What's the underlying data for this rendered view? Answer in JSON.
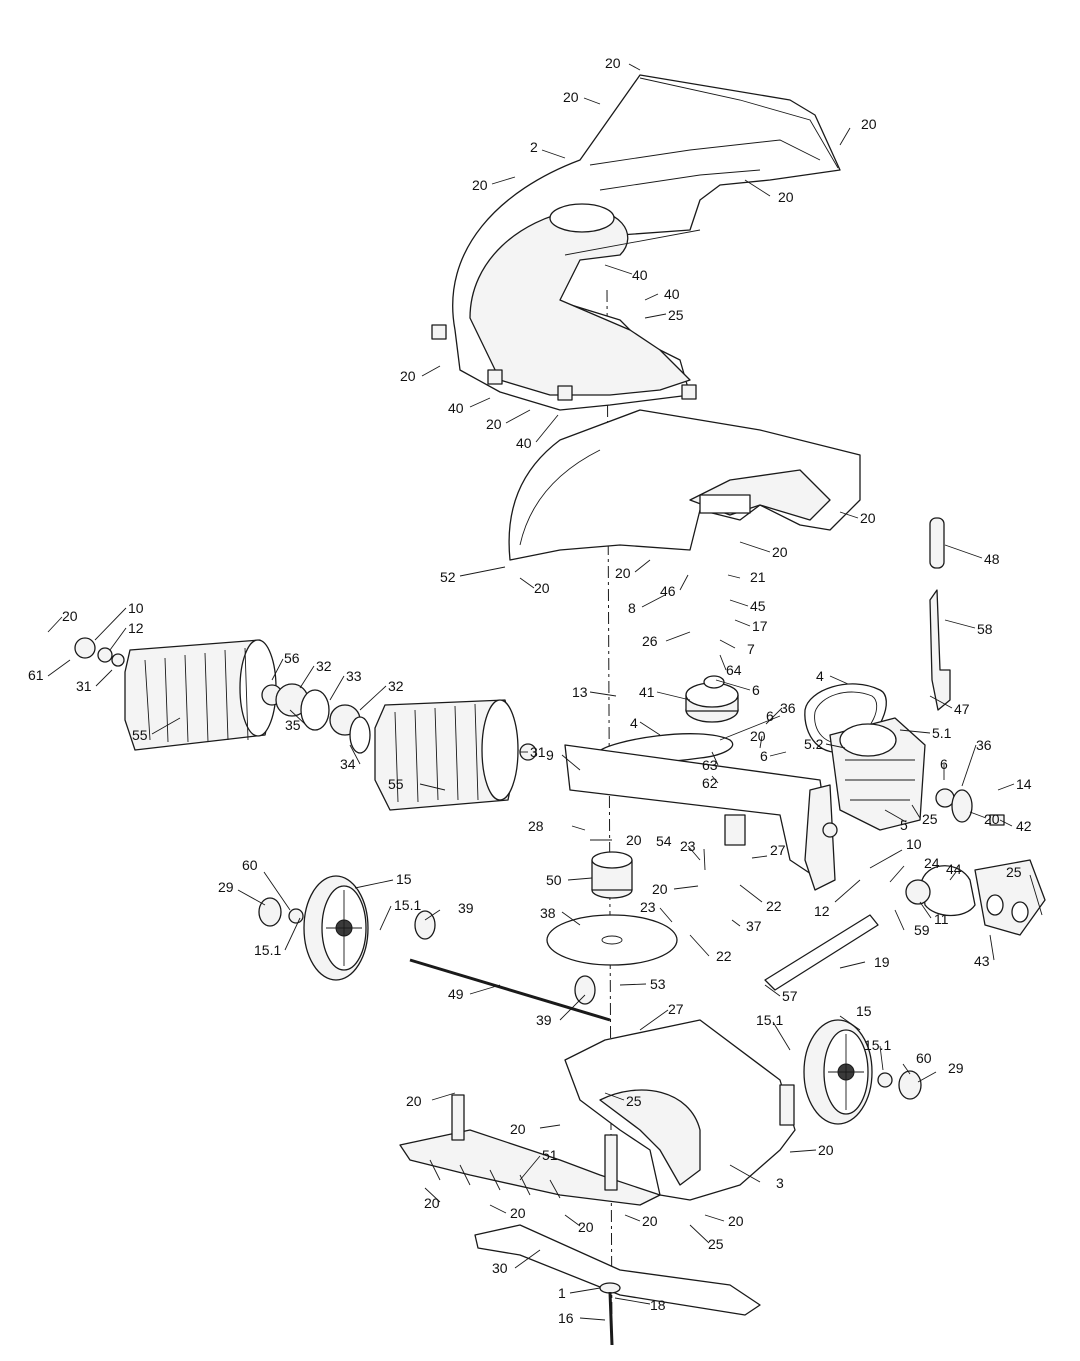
{
  "callouts": [
    {
      "text": "20"
    },
    {
      "text": "20"
    },
    {
      "text": "20"
    },
    {
      "text": "2"
    },
    {
      "text": "20"
    },
    {
      "text": "20"
    },
    {
      "text": "40"
    },
    {
      "text": "40"
    },
    {
      "text": "25"
    },
    {
      "text": "20"
    },
    {
      "text": "40"
    },
    {
      "text": "20"
    },
    {
      "text": "40"
    },
    {
      "text": "20"
    },
    {
      "text": "20"
    },
    {
      "text": "48"
    },
    {
      "text": "52"
    },
    {
      "text": "20"
    },
    {
      "text": "20"
    },
    {
      "text": "46"
    },
    {
      "text": "21"
    },
    {
      "text": "8"
    },
    {
      "text": "45"
    },
    {
      "text": "26"
    },
    {
      "text": "17"
    },
    {
      "text": "7"
    },
    {
      "text": "64"
    },
    {
      "text": "58"
    },
    {
      "text": "20"
    },
    {
      "text": "10"
    },
    {
      "text": "12"
    },
    {
      "text": "61"
    },
    {
      "text": "31"
    },
    {
      "text": "56"
    },
    {
      "text": "32"
    },
    {
      "text": "33"
    },
    {
      "text": "32"
    },
    {
      "text": "55"
    },
    {
      "text": "35"
    },
    {
      "text": "34"
    },
    {
      "text": "13"
    },
    {
      "text": "41"
    },
    {
      "text": "6"
    },
    {
      "text": "4"
    },
    {
      "text": "47"
    },
    {
      "text": "4"
    },
    {
      "text": "6"
    },
    {
      "text": "36"
    },
    {
      "text": "5.1"
    },
    {
      "text": "5.2"
    },
    {
      "text": "9"
    },
    {
      "text": "63"
    },
    {
      "text": "20"
    },
    {
      "text": "62"
    },
    {
      "text": "6"
    },
    {
      "text": "6"
    },
    {
      "text": "36"
    },
    {
      "text": "14"
    },
    {
      "text": "31"
    },
    {
      "text": "55"
    },
    {
      "text": "28"
    },
    {
      "text": "20"
    },
    {
      "text": "5"
    },
    {
      "text": "25"
    },
    {
      "text": "20"
    },
    {
      "text": "42"
    },
    {
      "text": "54"
    },
    {
      "text": "23"
    },
    {
      "text": "27"
    },
    {
      "text": "10"
    },
    {
      "text": "60"
    },
    {
      "text": "15"
    },
    {
      "text": "29"
    },
    {
      "text": "50"
    },
    {
      "text": "20"
    },
    {
      "text": "22"
    },
    {
      "text": "24"
    },
    {
      "text": "44"
    },
    {
      "text": "25"
    },
    {
      "text": "15.1"
    },
    {
      "text": "39"
    },
    {
      "text": "38"
    },
    {
      "text": "23"
    },
    {
      "text": "37"
    },
    {
      "text": "12"
    },
    {
      "text": "11"
    },
    {
      "text": "59"
    },
    {
      "text": "15.1"
    },
    {
      "text": "22"
    },
    {
      "text": "43"
    },
    {
      "text": "19"
    },
    {
      "text": "53"
    },
    {
      "text": "49"
    },
    {
      "text": "57"
    },
    {
      "text": "39"
    },
    {
      "text": "27"
    },
    {
      "text": "15"
    },
    {
      "text": "15.1"
    },
    {
      "text": "15.1"
    },
    {
      "text": "60"
    },
    {
      "text": "29"
    },
    {
      "text": "20"
    },
    {
      "text": "25"
    },
    {
      "text": "20"
    },
    {
      "text": "20"
    },
    {
      "text": "51"
    },
    {
      "text": "3"
    },
    {
      "text": "20"
    },
    {
      "text": "20"
    },
    {
      "text": "20"
    },
    {
      "text": "20"
    },
    {
      "text": "20"
    },
    {
      "text": "25"
    },
    {
      "text": "30"
    },
    {
      "text": "1"
    },
    {
      "text": "18"
    },
    {
      "text": "16"
    }
  ]
}
